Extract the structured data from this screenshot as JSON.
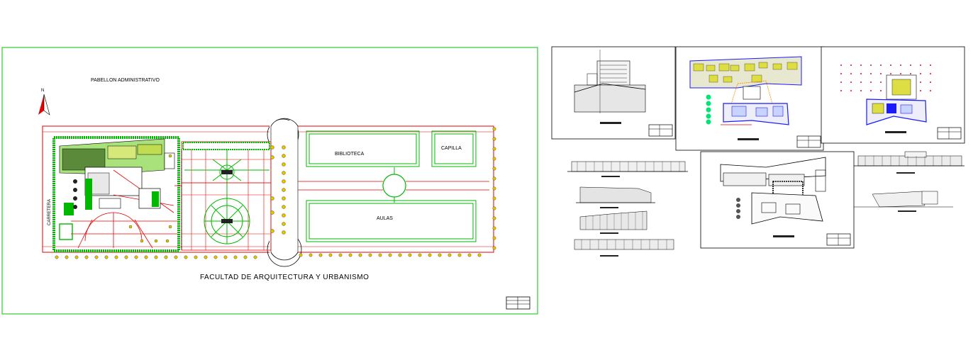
{
  "site_plan": {
    "title": "FACULTAD DE ARQUITECTURA Y URBANISMO",
    "labels": {
      "admin": "PABELLON ADMINISTRATIVO",
      "north": "N",
      "road": "CARRETERA",
      "library": "BIBLIOTECA",
      "chapel": "CAPILLA",
      "classrooms": "AULAS"
    }
  },
  "colors": {
    "frame": "#33cc33",
    "road": "#e60000",
    "green": "#00b800",
    "tree": "#e6c200",
    "blue": "#1a1aff",
    "yellow_fill": "#dddd44",
    "light_green": "#a9e27a"
  }
}
